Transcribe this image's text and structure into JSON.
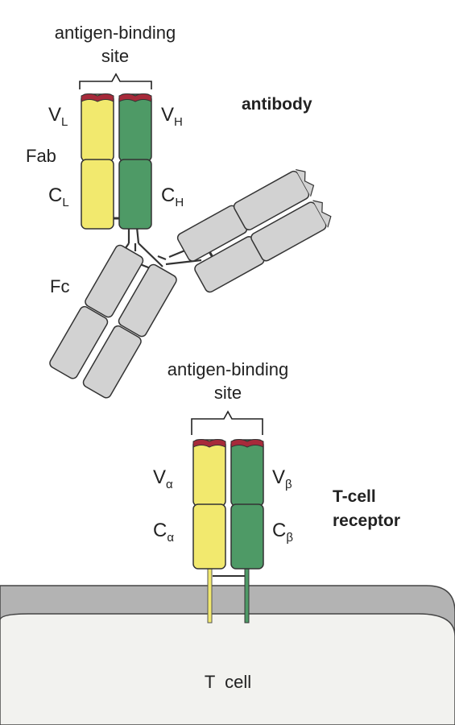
{
  "labels": {
    "antibody_site_line1": "antigen-binding",
    "antibody_site_line2": "site",
    "antibody_title": "antibody",
    "vl_main": "V",
    "vl_sub": "L",
    "vh_main": "V",
    "vh_sub": "H",
    "fab": "Fab",
    "cl_main": "C",
    "cl_sub": "L",
    "ch_main": "C",
    "ch_sub": "H",
    "fc": "Fc",
    "tcr_site_line1": "antigen-binding",
    "tcr_site_line2": "site",
    "va_main": "V",
    "va_sub": "α",
    "vb_main": "V",
    "vb_sub": "β",
    "ca_main": "C",
    "ca_sub": "α",
    "cb_main": "C",
    "cb_sub": "β",
    "tcr_title_line1": "T-cell",
    "tcr_title_line2": "receptor",
    "cell_label": "T  cell"
  },
  "colors": {
    "light_chain": "#f2e96e",
    "heavy_chain": "#4e9a66",
    "constant_gray": "#d2d2d2",
    "binding_site": "#a72a3a",
    "membrane": "#b3b3b3",
    "cell_body": "#f2f2ef",
    "outline": "#333333"
  }
}
